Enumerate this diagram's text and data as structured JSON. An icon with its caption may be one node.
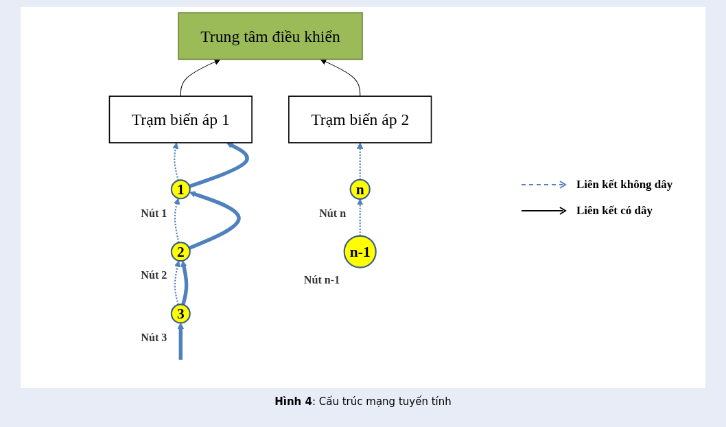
{
  "diagram": {
    "caption": "**Hình 4**: Cấu trúc mạng tuyến tính",
    "nodes": [
      {
        "text": [
          "Trung tâm điều khiển"
        ]
      },
      {
        "text": [
          "Trạm biến áp 1"
        ]
      },
      {
        "text": [
          "Trạm biến áp 2"
        ]
      },
      {
        "text": [
          "1"
        ],
        "beside": [
          "Nút 1"
        ]
      },
      {
        "text": [
          "2"
        ],
        "beside": [
          "Nút 2"
        ]
      },
      {
        "text": [
          "3"
        ],
        "beside": [
          "Nút 3"
        ]
      },
      {
        "text": [
          "n-1"
        ],
        "beside": [
          "Nút n-1"
        ]
      },
      {
        "text": [
          "n"
        ],
        "beside": [
          "Nút n"
        ]
      }
    ],
    "edges": [
      {
        "from": 1,
        "to": 0,
        "arrow": "to",
        "color": "#000000"
      },
      {
        "from": 2,
        "to": 0,
        "arrow": "to",
        "color": "#000000"
      },
      {
        "from": 3,
        "to": 1,
        "arrow": "to",
        "style": "dashed",
        "color": "#4f81bd"
      },
      {
        "from": 4,
        "to": 3,
        "arrow": "to",
        "style": "dashed",
        "color": "#4f81bd"
      },
      {
        "from": 5,
        "to": 4,
        "arrow": "to",
        "style": "dashed",
        "color": "#4f81bd"
      },
      {
        "from": 6,
        "to": 7,
        "arrow": "to",
        "style": "dashed",
        "color": "#4f81bd"
      },
      {
        "from": 7,
        "to": 2,
        "arrow": "to",
        "style": "dashed",
        "color": "#4f81bd"
      },
      {
        "from": 3,
        "to": 1,
        "arrow": "to",
        "style": "thick",
        "color": "#4f81bd"
      },
      {
        "from": 4,
        "to": 3,
        "arrow": "to",
        "style": "thick",
        "color": "#4f81bd"
      },
      {
        "from": 5,
        "to": 4,
        "arrow": "to",
        "style": "thick",
        "color": "#4f81bd"
      },
      {
        "from": null,
        "to": 5,
        "arrow": "to",
        "style": "thick",
        "color": "#4f81bd"
      }
    ],
    "legend": [
      {
        "text": "Liên kết không dây"
      },
      {
        "text": "Liên kết có dây"
      }
    ]
  }
}
